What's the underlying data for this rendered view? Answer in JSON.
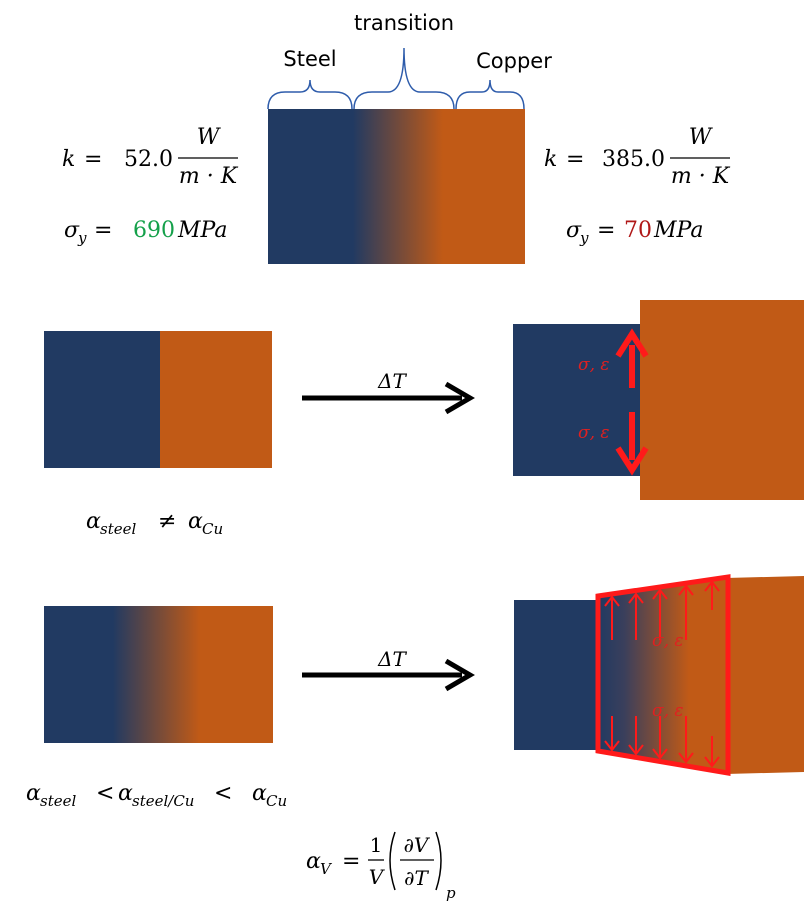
{
  "colors": {
    "steel": "#213a62",
    "copper": "#c15a16",
    "brace": "#2e5cab",
    "green": "#14a04a",
    "darkred": "#b01818",
    "red": "#ff1a1a",
    "black": "#000000"
  },
  "top": {
    "label_steel": "Steel",
    "label_transition": "transition",
    "label_copper": "Copper",
    "steel_k": {
      "var": "k",
      "eq": "=",
      "value": "52.0",
      "unit_num": "W",
      "unit_den": "m · K"
    },
    "copper_k": {
      "var": "k",
      "eq": "=",
      "value": "385.0",
      "unit_num": "W",
      "unit_den": "m · K"
    },
    "steel_sigma": {
      "sym": "σ",
      "sub": "y",
      "eq": "=",
      "value": "690",
      "unit": "MPa"
    },
    "copper_sigma": {
      "sym": "σ",
      "sub": "y",
      "eq": "=",
      "value": "70",
      "unit": "MPa"
    }
  },
  "row1": {
    "arrow_label": "ΔT",
    "stress_upper": "σ, ε",
    "stress_lower": "σ, ε",
    "caption_a": "α",
    "caption_a_sub": "steel",
    "caption_neq": "≠",
    "caption_b": "α",
    "caption_b_sub": "Cu"
  },
  "row2": {
    "arrow_label": "ΔT",
    "stress_upper": "σ, ε",
    "stress_lower": "σ, ε",
    "caption_a": "α",
    "caption_a_sub": "steel",
    "lt1": "<",
    "caption_b": "α",
    "caption_b_sub": "steel/Cu",
    "lt2": "<",
    "caption_c": "α",
    "caption_c_sub": "Cu"
  },
  "formula": {
    "lhs": "α",
    "lhs_sub": "V",
    "eq": "=",
    "one": "1",
    "V": "V",
    "dV": "∂V",
    "dT": "∂T",
    "sub_p": "p"
  }
}
